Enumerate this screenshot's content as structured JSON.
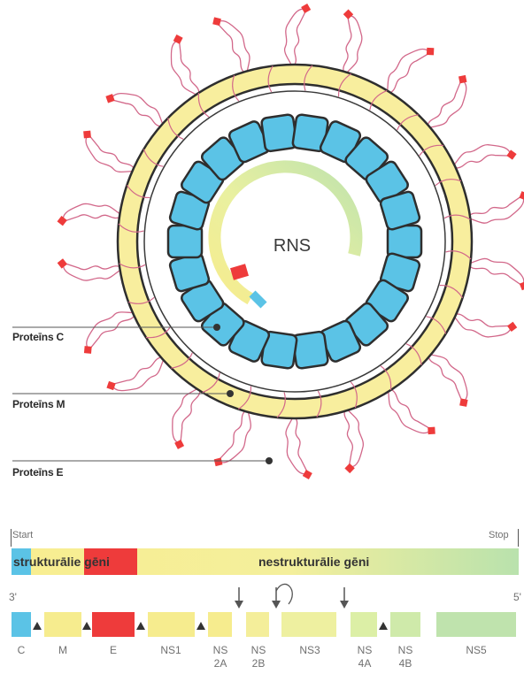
{
  "virion": {
    "rna_label": "RNS",
    "labels": {
      "capsid": "Proteīns C",
      "membrane": "Proteīns M",
      "envelope": "Proteīns E"
    }
  },
  "genome": {
    "start_label": "Start",
    "stop_label": "Stop",
    "structural_label": "strukturālie gēni",
    "nonstructural_label": "nestrukturālie gēni",
    "end_3": "3'",
    "end_5": "5'",
    "genes": [
      {
        "id": "C",
        "label": "C",
        "color": "#5bc3e6"
      },
      {
        "id": "M",
        "label": "M",
        "color": "#f6ec8e"
      },
      {
        "id": "E",
        "label": "E",
        "color": "#ee3b3b"
      },
      {
        "id": "NS1",
        "label": "NS1",
        "color": "#f6ec8e"
      },
      {
        "id": "NS2A",
        "label": "NS\n2A",
        "color": "#f6ec8e"
      },
      {
        "id": "NS2B",
        "label": "NS\n2B",
        "color": "#f4ee9a"
      },
      {
        "id": "NS3",
        "label": "NS3",
        "color": "#eef0a0"
      },
      {
        "id": "NS4A",
        "label": "NS\n4A",
        "color": "#dcefa6"
      },
      {
        "id": "NS4B",
        "label": "NS\n4B",
        "color": "#cfeaaa"
      },
      {
        "id": "NS5",
        "label": "NS5",
        "color": "#bfe3ad"
      }
    ]
  },
  "colors": {
    "capsid_blue": "#5bc3e6",
    "envelope_yellow": "#f8ee9e",
    "protein_red": "#ee3b3b",
    "spike_pink": "#d2688a",
    "rna_green": "#b9e2ad"
  }
}
